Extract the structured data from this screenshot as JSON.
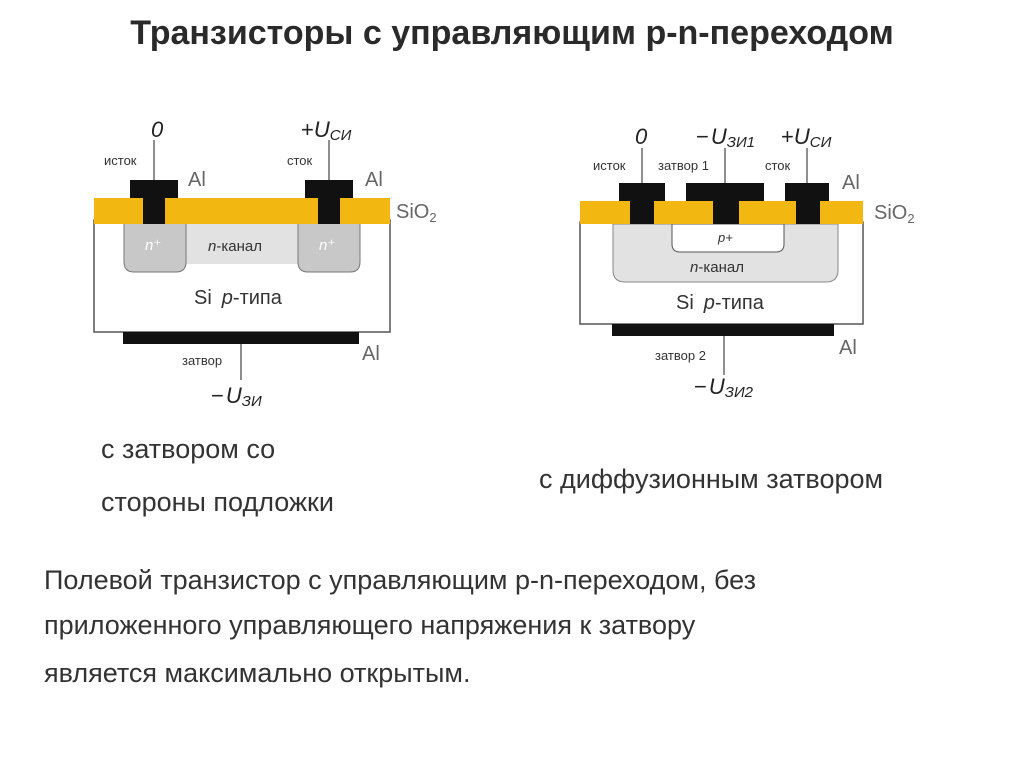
{
  "title": "Транзисторы с управляющим p-n-переходом",
  "left_diagram": {
    "top_left_voltage": "0",
    "top_right_voltage_prefix": "+",
    "top_right_voltage_U": "U",
    "top_right_voltage_sub": "СИ",
    "source_label": "исток",
    "drain_label": "сток",
    "al_top_left": "Al",
    "al_top_right": "Al",
    "al_bottom": "Al",
    "sio2_main": "SiO",
    "sio2_sub": "2",
    "n_plus_left": "n⁺",
    "n_plus_right": "n⁺",
    "channel_n": "n",
    "channel_rest": "-канал",
    "substrate_si": "Si",
    "substrate_p": "p",
    "substrate_rest": "-типа",
    "gate_label": "затвор",
    "bottom_voltage_prefix": "−",
    "bottom_voltage_U": "U",
    "bottom_voltage_sub": "ЗИ"
  },
  "right_diagram": {
    "top_left_voltage": "0",
    "top_mid_voltage_prefix": "−",
    "top_mid_voltage_U": "U",
    "top_mid_voltage_sub": "ЗИ1",
    "top_right_voltage_prefix": "+",
    "top_right_voltage_U": "U",
    "top_right_voltage_sub": "СИ",
    "source_label": "исток",
    "gate1_label": "затвор 1",
    "drain_label": "сток",
    "al_top": "Al",
    "al_bottom": "Al",
    "sio2_main": "SiO",
    "sio2_sub": "2",
    "p_plus": "p+",
    "channel_n": "n",
    "channel_rest": "-канал",
    "substrate_si": "Si",
    "substrate_p": "p",
    "substrate_rest": "-типа",
    "gate2_label": "затвор 2",
    "bottom_voltage_prefix": "−",
    "bottom_voltage_U": "U",
    "bottom_voltage_sub": "ЗИ2"
  },
  "captions": {
    "left_line1": "с затвором со",
    "left_line2": "стороны подложки",
    "right": "с диффузионным затвором"
  },
  "paragraph": {
    "line1": "Полевой транзистор с управляющим p-n-переходом, без",
    "line2": "приложенного управляющего напряжения к затвору",
    "line3": "является максимально открытым."
  },
  "colors": {
    "oxide": "#f2b811",
    "metal": "#111111",
    "n_plus_region": "#c8c8c8",
    "n_channel": "#e2e2e2",
    "outline": "#555555"
  }
}
